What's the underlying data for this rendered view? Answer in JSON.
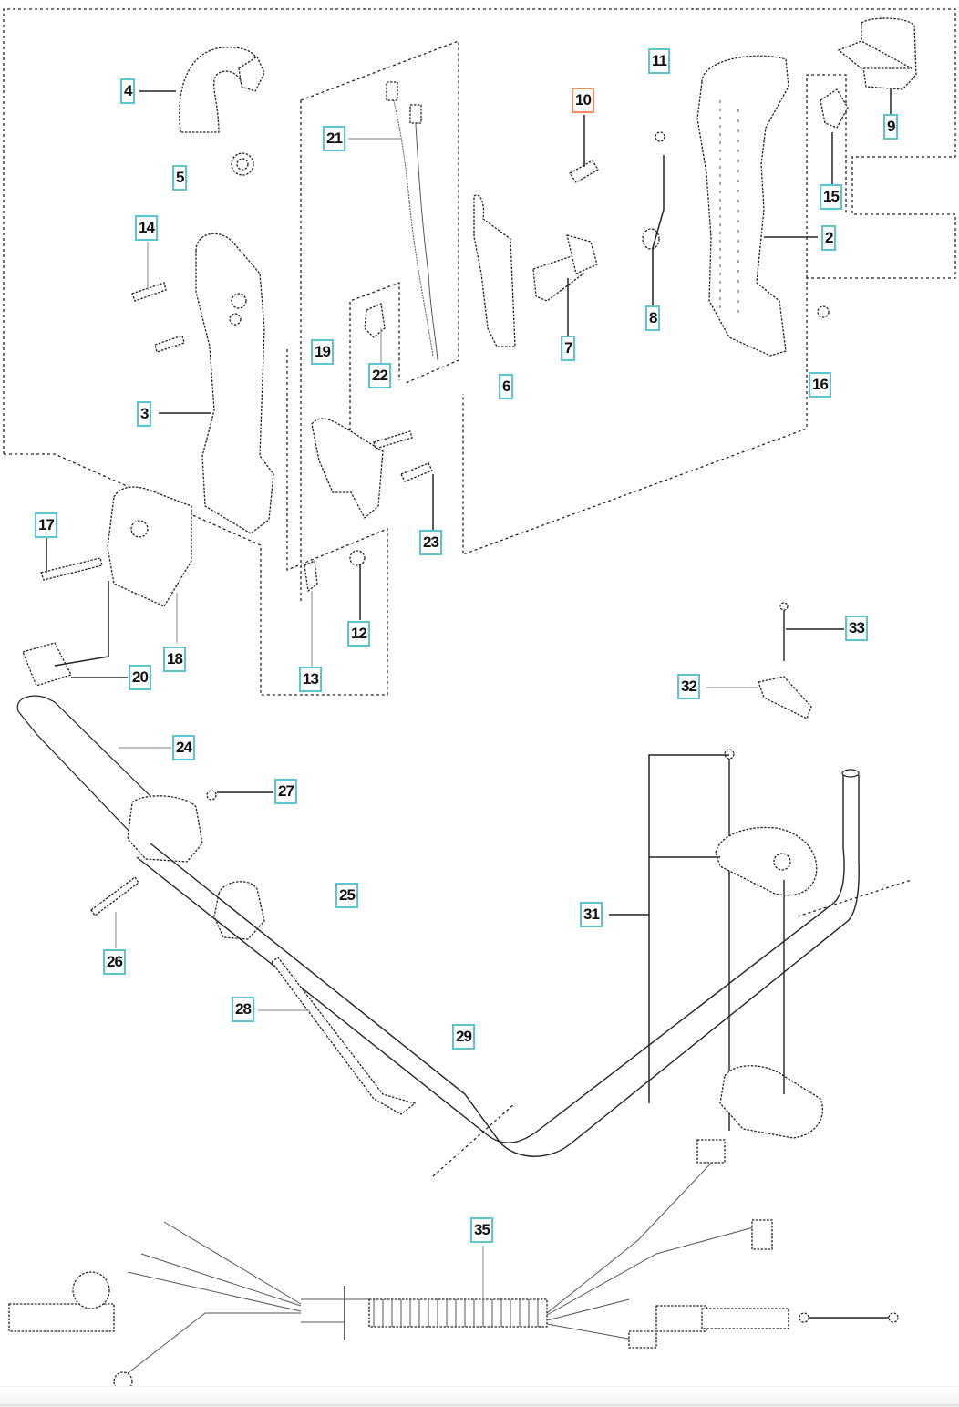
{
  "diagram": {
    "type": "exploded-parts-diagram",
    "colors": {
      "callout_border": "#5cc6d0",
      "callout_selected_border": "#f08a62",
      "line": "#222222"
    },
    "selected_part": "10",
    "callouts": [
      {
        "id": "c4",
        "label": "4"
      },
      {
        "id": "c5",
        "label": "5"
      },
      {
        "id": "c14",
        "label": "14"
      },
      {
        "id": "c3",
        "label": "3"
      },
      {
        "id": "c21",
        "label": "21"
      },
      {
        "id": "c19",
        "label": "19"
      },
      {
        "id": "c22",
        "label": "22"
      },
      {
        "id": "c10",
        "label": "10"
      },
      {
        "id": "c11",
        "label": "11"
      },
      {
        "id": "c6",
        "label": "6"
      },
      {
        "id": "c7",
        "label": "7"
      },
      {
        "id": "c8",
        "label": "8"
      },
      {
        "id": "c2",
        "label": "2"
      },
      {
        "id": "c9",
        "label": "9"
      },
      {
        "id": "c15",
        "label": "15"
      },
      {
        "id": "c16",
        "label": "16"
      },
      {
        "id": "c17",
        "label": "17"
      },
      {
        "id": "c18",
        "label": "18"
      },
      {
        "id": "c20",
        "label": "20"
      },
      {
        "id": "c23",
        "label": "23"
      },
      {
        "id": "c12",
        "label": "12"
      },
      {
        "id": "c13",
        "label": "13"
      },
      {
        "id": "c33",
        "label": "33"
      },
      {
        "id": "c32",
        "label": "32"
      },
      {
        "id": "c24",
        "label": "24"
      },
      {
        "id": "c27",
        "label": "27"
      },
      {
        "id": "c25",
        "label": "25"
      },
      {
        "id": "c26",
        "label": "26"
      },
      {
        "id": "c31",
        "label": "31"
      },
      {
        "id": "c28",
        "label": "28"
      },
      {
        "id": "c29",
        "label": "29"
      },
      {
        "id": "c35",
        "label": "35"
      }
    ]
  }
}
